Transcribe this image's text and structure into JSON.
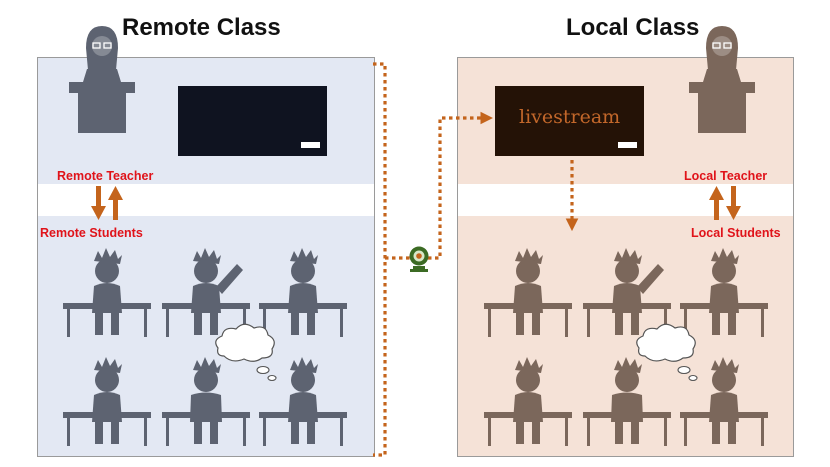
{
  "remote": {
    "title": "Remote Class",
    "teacher_label": "Remote Teacher",
    "students_label": "Remote Students",
    "panel_color": "#e3e8f3",
    "figure_color": "#5d6371"
  },
  "local": {
    "title": "Local Class",
    "teacher_label": "Local Teacher",
    "students_label": "Local Students",
    "board_text": "livestream",
    "panel_color": "#f5e2d7",
    "figure_color": "#7b675b"
  },
  "colors": {
    "arrow": "#c4641c",
    "label": "#e0131a",
    "webcam": "#3c6b24"
  },
  "icons": [
    "teacher-icon",
    "blackboard-icon",
    "student-icon",
    "raised-hand-student-icon",
    "thought-bubble-icon",
    "webcam-icon"
  ]
}
